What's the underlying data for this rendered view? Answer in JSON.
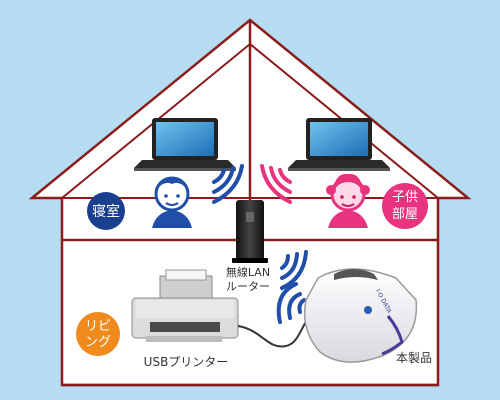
{
  "rooms": {
    "bedroom": {
      "label": "寝室",
      "color": "#1b3f8f"
    },
    "kids_room": {
      "label_line1": "子供",
      "label_line2": "部屋",
      "color": "#e8337f"
    },
    "living": {
      "label_line1": "リビ",
      "label_line2": "ング",
      "color": "#f08a1c"
    }
  },
  "devices": {
    "router": {
      "label_line1": "無線LAN",
      "label_line2": "ルーター"
    },
    "printer": {
      "label": "USBプリンター"
    },
    "product": {
      "label": "本製品",
      "brand": "I-O DATA"
    }
  },
  "colors": {
    "sky": "#b5dcf0",
    "house_line": "#8b1c1c",
    "wifi_blue": "#1f4fa8",
    "wifi_pink": "#e8337f"
  }
}
